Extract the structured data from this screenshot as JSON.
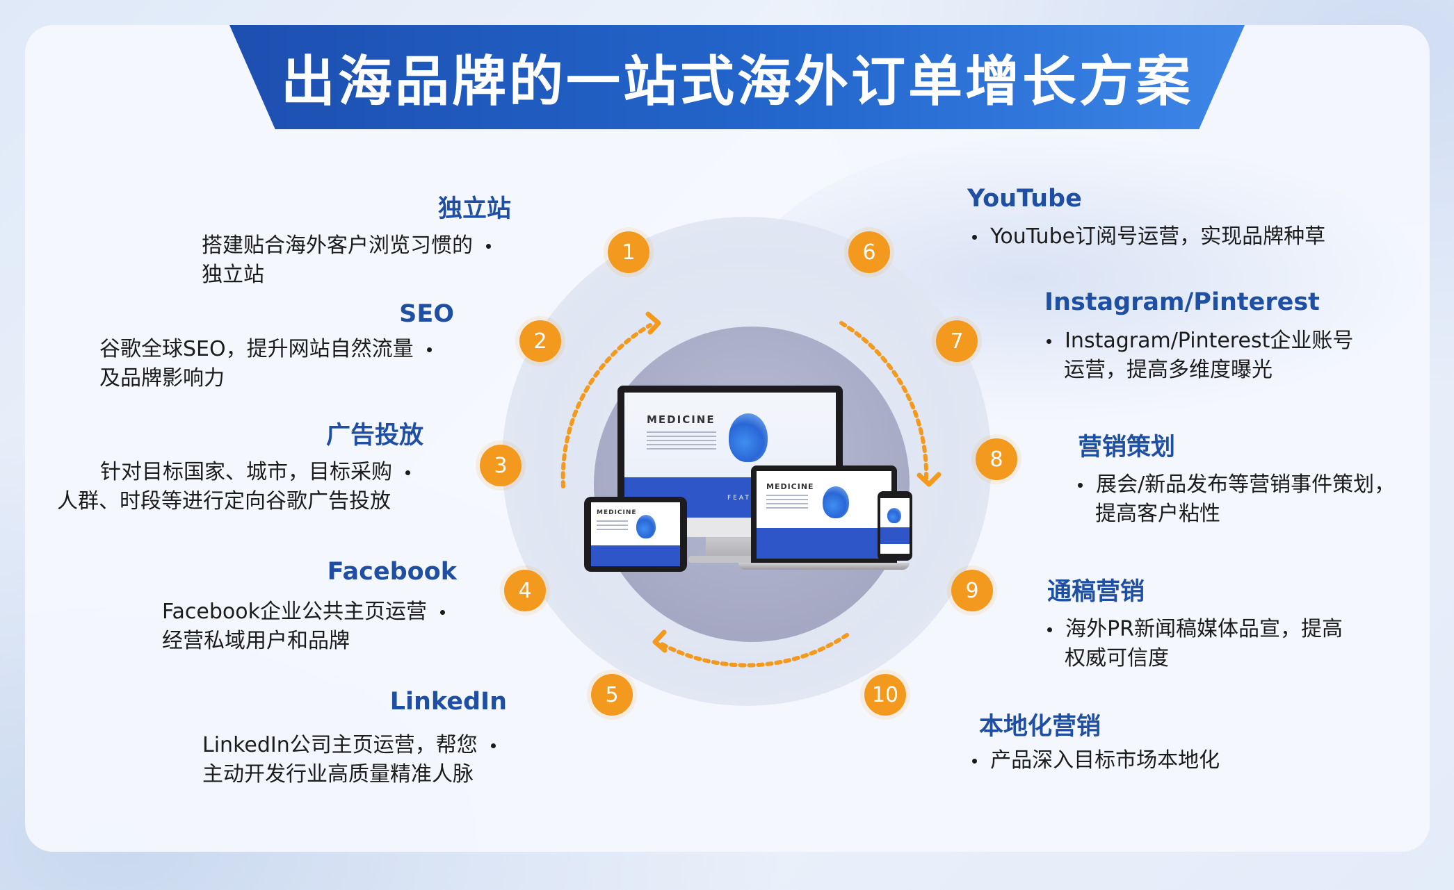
{
  "title": "出海品牌的一站式海外订单增长方案",
  "accent_color": "#f39a1e",
  "title_color": "#1f4fa3",
  "banner_color": "#2366cc",
  "center_devices": {
    "screen_label": "MEDICINE",
    "screen_sublabel": "FEATURED",
    "icon": "responsive-devices-image"
  },
  "items": [
    {
      "num": "1",
      "title": "独立站",
      "desc": [
        "搭建贴合海外客户浏览习惯的",
        "独立站"
      ]
    },
    {
      "num": "2",
      "title": "SEO",
      "desc": [
        "谷歌全球SEO，提升网站自然流量",
        "及品牌影响力"
      ]
    },
    {
      "num": "3",
      "title": "广告投放",
      "desc": [
        "针对目标国家、城市，目标采购",
        "人群、时段等进行定向谷歌广告投放"
      ]
    },
    {
      "num": "4",
      "title": "Facebook",
      "desc": [
        "Facebook企业公共主页运营",
        "经营私域用户和品牌"
      ]
    },
    {
      "num": "5",
      "title": "LinkedIn",
      "desc": [
        "LinkedIn公司主页运营，帮您",
        "主动开发行业高质量精准人脉"
      ]
    },
    {
      "num": "6",
      "title": "YouTube",
      "desc": [
        "YouTube订阅号运营，实现品牌种草"
      ]
    },
    {
      "num": "7",
      "title": "Instagram/Pinterest",
      "desc": [
        "Instagram/Pinterest企业账号",
        "运营，提高多维度曝光"
      ]
    },
    {
      "num": "8",
      "title": "营销策划",
      "desc": [
        "展会/新品发布等营销事件策划，",
        "提高客户粘性"
      ]
    },
    {
      "num": "9",
      "title": "通稿营销",
      "desc": [
        "海外PR新闻稿媒体品宣，提高",
        "权威可信度"
      ]
    },
    {
      "num": "10",
      "title": "本地化营销",
      "desc": [
        "产品深入目标市场本地化"
      ]
    }
  ]
}
